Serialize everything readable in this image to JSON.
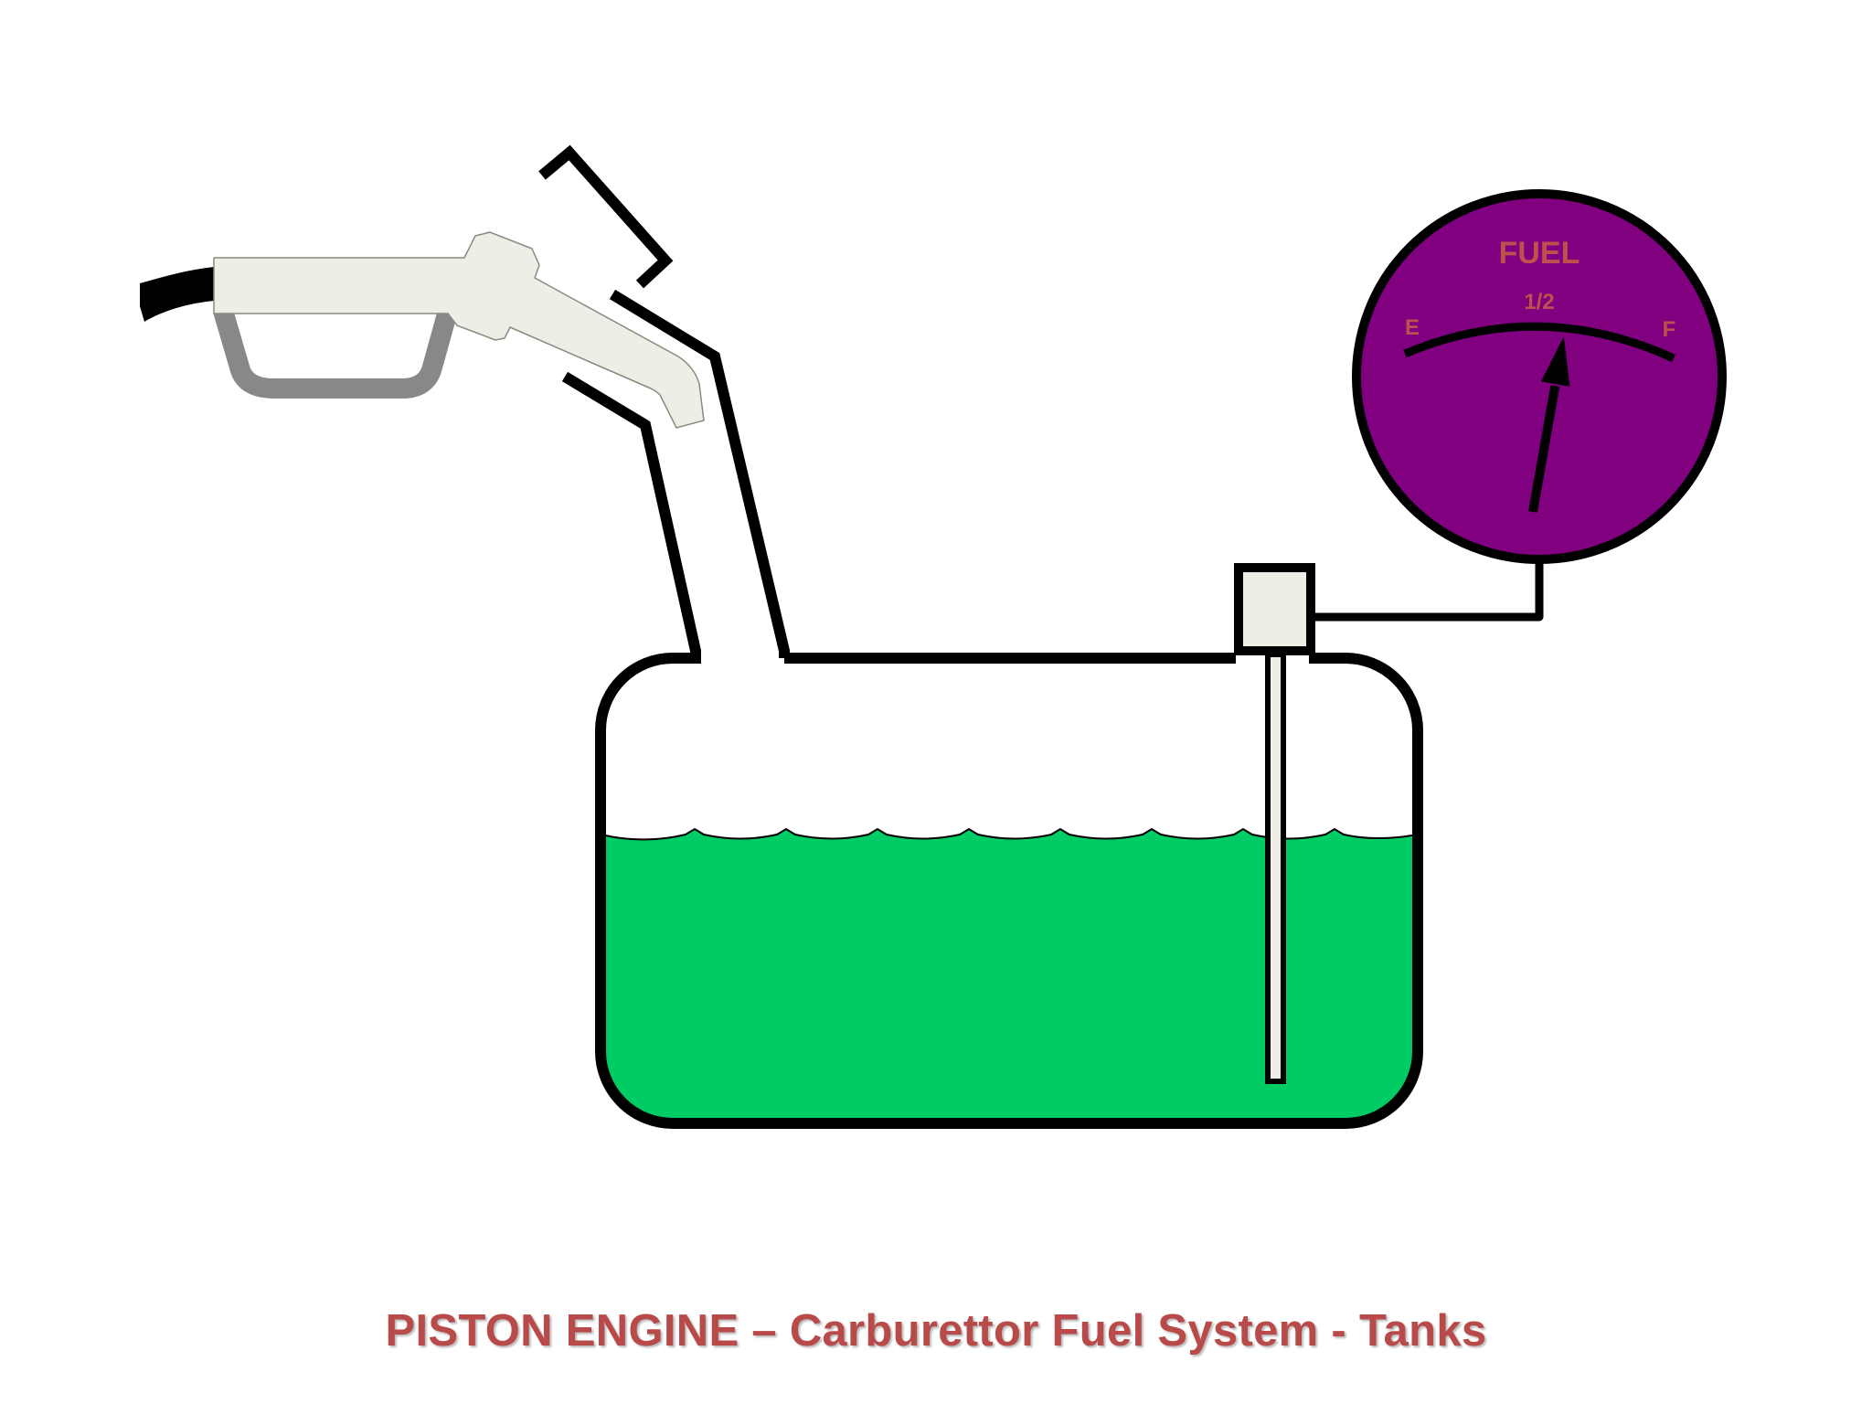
{
  "gauge": {
    "title": "FUEL",
    "label_empty": "E",
    "label_half": "1/2",
    "label_full": "F",
    "needle_level": 0.6
  },
  "tank": {
    "fuel_level": 0.6
  },
  "caption": "PISTON ENGINE – Carburettor Fuel System - Tanks",
  "colors": {
    "fuel": "#00cc66",
    "gauge_face": "#800080",
    "gauge_text": "#c0504d",
    "caption": "#b84a4a",
    "nozzle_body": "#eeede6",
    "nozzle_handle": "#888888",
    "outline": "#000000"
  }
}
